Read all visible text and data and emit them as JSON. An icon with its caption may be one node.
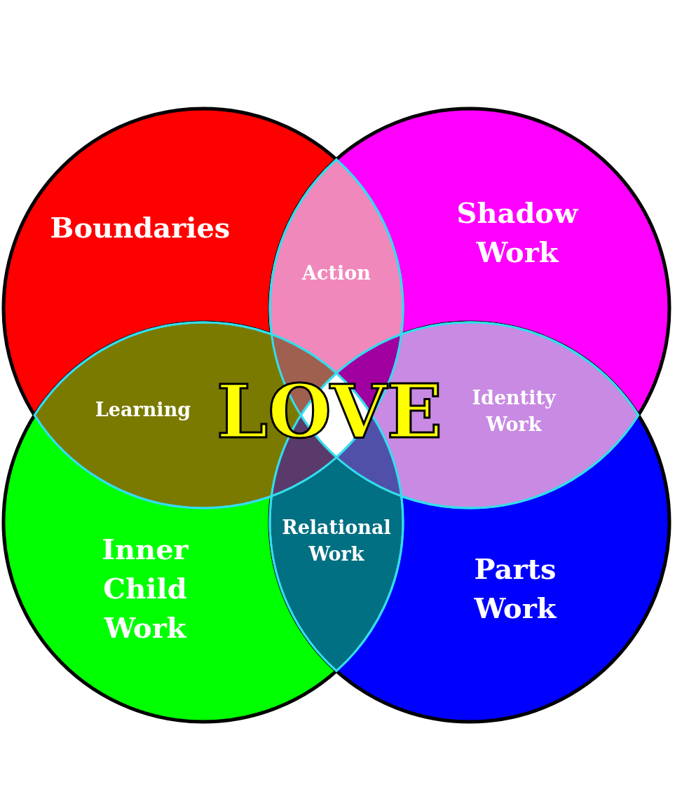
{
  "diagram": {
    "nodes": [
      {
        "text": [
          "Boundaries"
        ]
      },
      {
        "text": [
          "Shadow Work"
        ]
      },
      {
        "text": [
          "Action"
        ]
      },
      {
        "text": [
          "Learning"
        ]
      },
      {
        "text": [
          "Identity Work"
        ]
      },
      {
        "text": [
          "Inner Child Work"
        ]
      },
      {
        "text": [
          "Relational Work"
        ]
      },
      {
        "text": [
          "Parts Work"
        ]
      }
    ],
    "labels": [
      "LOVE"
    ]
  }
}
